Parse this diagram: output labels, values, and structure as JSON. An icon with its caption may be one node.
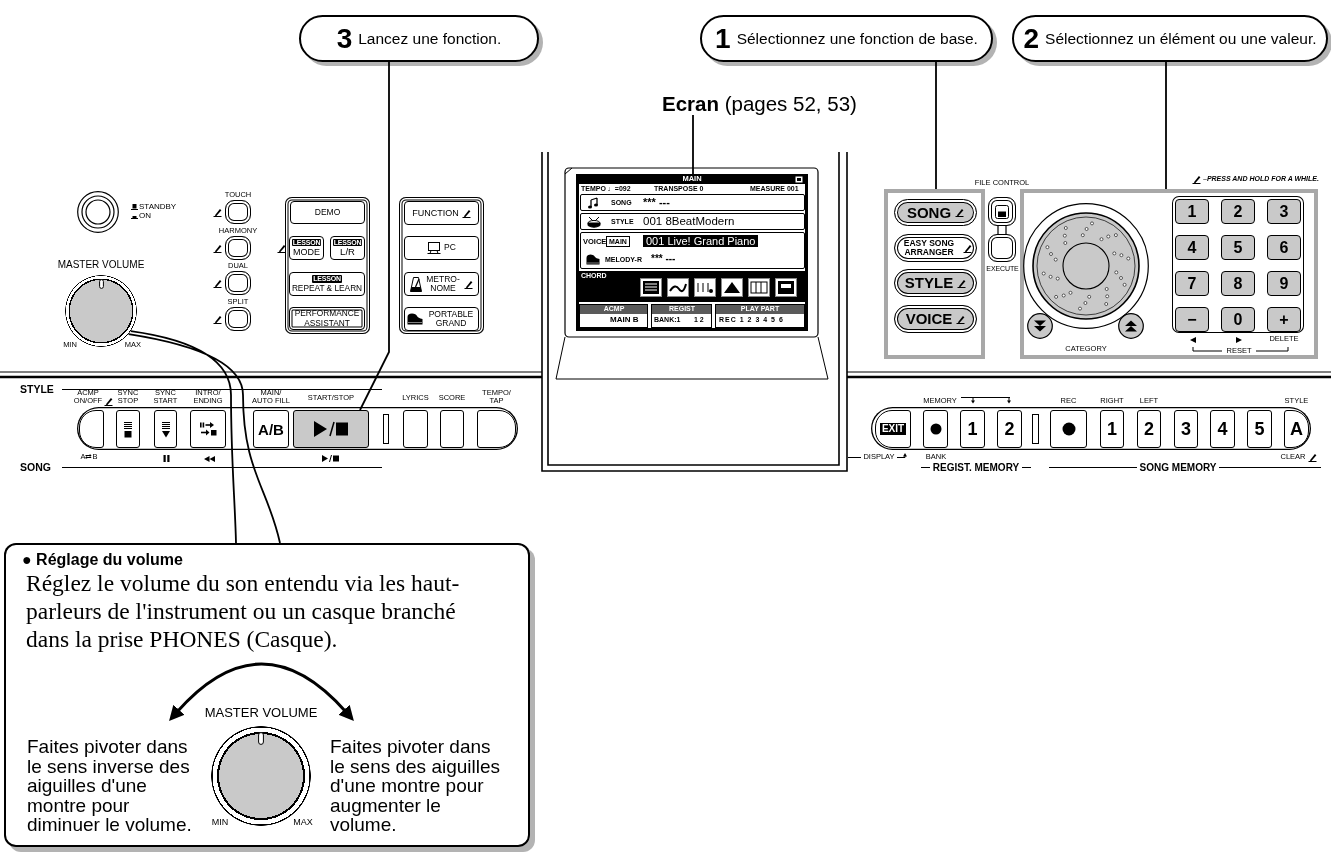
{
  "diagram": {
    "nodes": [
      {
        "text": [
          "3",
          "Lancez une fonction."
        ]
      },
      {
        "text": [
          "1",
          "Sélectionnez une fonction de base."
        ]
      },
      {
        "text": [
          "2",
          "Sélectionnez un élément ou une valeur."
        ]
      },
      {
        "text": [
          "**Ecran** (pages 52, 53)"
        ]
      },
      {
        "text": [],
        "shape": "circle",
        "beside": [
          "STANDBY",
          "ON"
        ]
      },
      {
        "text": [
          "MIN",
          "MAX"
        ],
        "beside": [
          "MASTER VOLUME"
        ]
      },
      {
        "text": [],
        "shape": "box",
        "beside": [
          "TOUCH"
        ]
      },
      {
        "text": [],
        "shape": "box",
        "beside": [
          "HARMONY"
        ]
      },
      {
        "text": [],
        "shape": "box",
        "beside": [
          "DUAL"
        ]
      },
      {
        "text": [],
        "shape": "box",
        "beside": [
          "SPLIT"
        ]
      },
      {
        "text": [],
        "shape": "box"
      },
      {
        "text": [
          "DEMO"
        ],
        "in": 10
      },
      {
        "text": [
          "LESSON",
          "MODE"
        ],
        "in": 10
      },
      {
        "text": [
          "LESSON",
          "L/R"
        ],
        "in": 10
      },
      {
        "text": [
          "LESSON",
          "REPEAT & LEARN"
        ],
        "in": 10
      },
      {
        "text": [
          "PERFORMANCE ASSISTANT"
        ],
        "in": 10
      },
      {
        "text": [],
        "shape": "box"
      },
      {
        "text": [
          "FUNCTION"
        ],
        "in": 16
      },
      {
        "text": [
          "PC"
        ],
        "in": 16
      },
      {
        "text": [
          "METRO- NOME"
        ],
        "in": 16
      },
      {
        "text": [
          "PORTABLE GRAND"
        ],
        "in": 16
      },
      {
        "text": [
          "MAIN",
          "TEMPO ♩=092",
          "TRANSPOSE 0",
          "MEASURE 001",
          "CHORD"
        ]
      },
      {
        "text": [
          "SONG",
          "*** ---"
        ],
        "in": 21
      },
      {
        "text": [
          "STYLE",
          "001 8BeatModern"
        ],
        "in": 21
      },
      {
        "text": [
          "VOICE",
          "MAIN",
          "001 Live! Grand Piano",
          "MELODY-R",
          "*** ---"
        ],
        "in": 21
      },
      {
        "text": [
          "ACMP",
          "MAIN B"
        ],
        "in": 21
      },
      {
        "text": [
          "REGIST",
          "BANK:1",
          "1 2"
        ],
        "in": 21
      },
      {
        "text": [
          "PLAY PART",
          "REC 1 2 3 4 5 6"
        ],
        "in": 21
      },
      {
        "text": [],
        "shape": "box"
      },
      {
        "text": [
          "SONG"
        ],
        "in": 28
      },
      {
        "text": [
          "EASY SONG ARRANGER"
        ],
        "in": 28
      },
      {
        "text": [
          "STYLE"
        ],
        "in": 28
      },
      {
        "text": [
          "VOICE"
        ],
        "in": 28
      },
      {
        "text": [],
        "shape": "box",
        "beside": [
          "FILE CONTROL"
        ]
      },
      {
        "text": [],
        "shape": "box",
        "beside": [
          "EXECUTE"
        ]
      },
      {
        "text": [],
        "shape": "box"
      },
      {
        "text": [],
        "shape": "circle",
        "in": 35
      },
      {
        "text": [],
        "shape": "box",
        "in": 35
      },
      {
        "text": [
          "1"
        ],
        "in": 37
      },
      {
        "text": [
          "2"
        ],
        "in": 37
      },
      {
        "text": [
          "3"
        ],
        "in": 37
      },
      {
        "text": [
          "4"
        ],
        "in": 37
      },
      {
        "text": [
          "5"
        ],
        "in": 37
      },
      {
        "text": [
          "6"
        ],
        "in": 37
      },
      {
        "text": [
          "7"
        ],
        "in": 37
      },
      {
        "text": [
          "8"
        ],
        "in": 37
      },
      {
        "text": [
          "9"
        ],
        "in": 37
      },
      {
        "text": [
          "−"
        ],
        "in": 37
      },
      {
        "text": [
          "0"
        ],
        "in": 37
      },
      {
        "text": [
          "+"
        ],
        "in": 37
      },
      {
        "text": [],
        "shape": "box"
      },
      {
        "text": [],
        "shape": "box",
        "in": 50,
        "beside": [
          "ACMP ON/OFF",
          "A⇄B"
        ]
      },
      {
        "text": [],
        "shape": "box",
        "in": 50,
        "beside": [
          "SYNC STOP"
        ]
      },
      {
        "text": [],
        "shape": "box",
        "in": 50,
        "beside": [
          "SYNC START"
        ]
      },
      {
        "text": [],
        "shape": "box",
        "in": 50,
        "beside": [
          "INTRO/ ENDING"
        ]
      },
      {
        "text": [
          "A/B"
        ],
        "in": 50,
        "beside": [
          "MAIN/ AUTO FILL"
        ]
      },
      {
        "text": [],
        "shape": "box",
        "in": 50,
        "beside": [
          "START/STOP"
        ]
      },
      {
        "text": [],
        "shape": "box",
        "in": 50,
        "beside": [
          "LYRICS"
        ]
      },
      {
        "text": [],
        "shape": "box",
        "in": 50,
        "beside": [
          "SCORE"
        ]
      },
      {
        "text": [],
        "shape": "box",
        "in": 50,
        "beside": [
          "TEMPO/ TAP"
        ]
      },
      {
        "text": [],
        "shape": "box"
      },
      {
        "text": [
          "EXIT"
        ],
        "in": 60
      },
      {
        "text": [],
        "shape": "box",
        "in": 60,
        "beside": [
          "MEMORY",
          "BANK"
        ]
      },
      {
        "text": [
          "1"
        ],
        "in": 60
      },
      {
        "text": [
          "2"
        ],
        "in": 60
      },
      {
        "text": [],
        "shape": "box",
        "in": 60,
        "beside": [
          "REC"
        ]
      },
      {
        "text": [
          "1"
        ],
        "in": 60,
        "beside": [
          "RIGHT"
        ]
      },
      {
        "text": [
          "2"
        ],
        "in": 60,
        "beside": [
          "LEFT"
        ]
      },
      {
        "text": [
          "3"
        ],
        "in": 60
      },
      {
        "text": [
          "4"
        ],
        "in": 60
      },
      {
        "text": [
          "5"
        ],
        "in": 60
      },
      {
        "text": [
          "A"
        ],
        "in": 60,
        "beside": [
          "STYLE",
          "CLEAR"
        ]
      },
      {
        "text": [
          "● Réglage du volume",
          "Réglez le volume du son entendu via les haut-parleurs de l'instrument ou un casque branché dans la prise PHONES (Casque).",
          "Faites pivoter dans le sens inverse des aiguilles d'une montre pour diminuer le volume.",
          "Faites pivoter dans le sens des aiguilles d'une montre pour augmenter le volume."
        ]
      },
      {
        "text": [
          "MIN",
          "MAX"
        ],
        "in": 72,
        "beside": [
          "MASTER VOLUME"
        ]
      }
    ],
    "edges": [
      {
        "from": 0,
        "to": 56,
        "arrow": "none"
      },
      {
        "from": 3,
        "to": 21,
        "arrow": "none"
      },
      {
        "from": 1,
        "to": 28,
        "arrow": "none"
      },
      {
        "from": 2,
        "to": 35,
        "arrow": "none"
      },
      {
        "from": 33,
        "to": 34,
        "arrow": "none"
      },
      {
        "from": 72,
        "to": 5,
        "arrow": "none"
      }
    ],
    "labels": [
      "–PRESS AND HOLD FOR A WHILE.",
      "CATEGORY",
      "DELETE",
      "RESET",
      "STYLE",
      "SONG",
      "DISPLAY",
      "REGIST. MEMORY",
      "SONG MEMORY"
    ]
  }
}
